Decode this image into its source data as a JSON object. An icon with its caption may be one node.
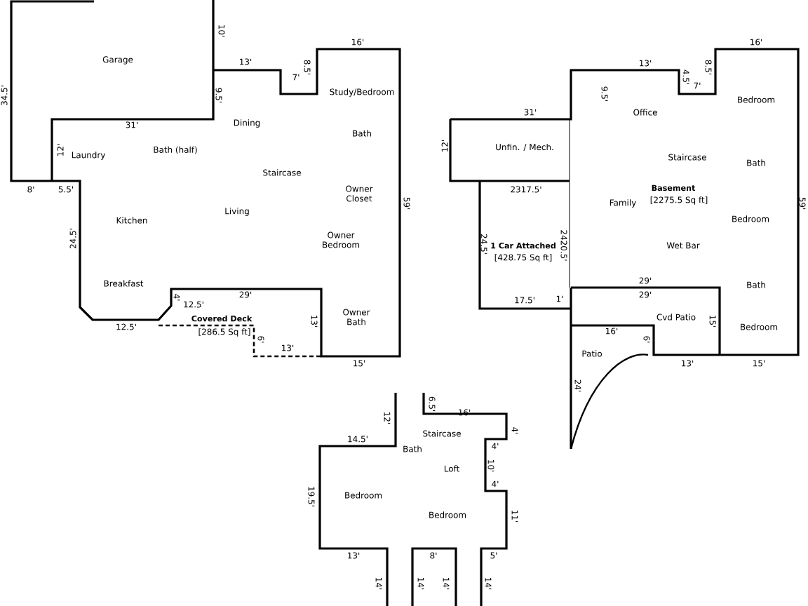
{
  "diagram": {
    "labels": [
      "34.5'",
      "10'",
      "Garage",
      "13'",
      "16'",
      "8.5'",
      "7'",
      "9.5'",
      "Study/Bedroom",
      "31'",
      "Dining",
      "Bath",
      "12'",
      "Laundry",
      "Bath (half)",
      "Staircase",
      "Owner Closet",
      "8'",
      "5.5'",
      "Kitchen",
      "Living",
      "Owner Bedroom",
      "59'",
      "24.5'",
      "Breakfast",
      "4'",
      "29'",
      "12.5'",
      "12.5'",
      "Covered Deck",
      "[286.5 Sq ft]",
      "13'",
      "6'",
      "13'",
      "Owner Bath",
      "15'",
      "13'",
      "16'",
      "8.5'",
      "4.5'",
      "7'",
      "9.5'",
      "31'",
      "Office",
      "Bedroom",
      "12'",
      "Unfin. / Mech.",
      "Staircase",
      "Bath",
      "2317.5'",
      "Basement",
      "Family",
      "[2275.5 Sq ft]",
      "Bedroom",
      "24.5'",
      "1 Car Attached",
      "2420.5'",
      "[428.75 Sq ft]",
      "Wet Bar",
      "59'",
      "29'",
      "29'",
      "Bath",
      "17.5'",
      "1'",
      "Cvd Patio",
      "15'",
      "Bedroom",
      "16'",
      "6'",
      "Patio",
      "13'",
      "15'",
      "24'",
      "6.5'",
      "16'",
      "4'",
      "12'",
      "14.5'",
      "Staircase",
      "Bath",
      "4'",
      "Loft",
      "10'",
      "4'",
      "19.5'",
      "Bedroom",
      "Bedroom",
      "11'",
      "13'",
      "8'",
      "5'",
      "14'",
      "14'",
      "14'",
      "14'"
    ]
  }
}
